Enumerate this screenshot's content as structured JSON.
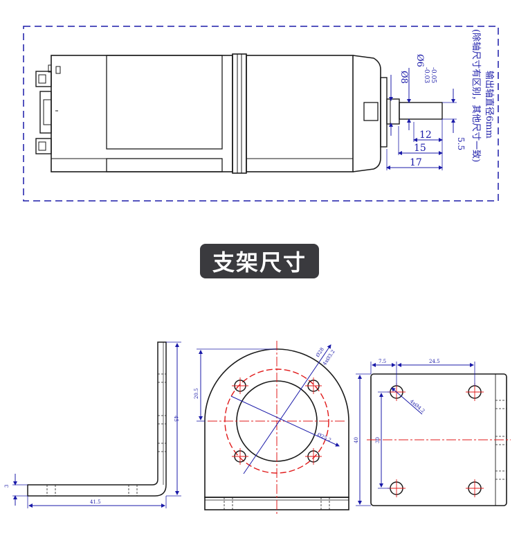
{
  "motor": {
    "note_line1": "输出轴直径6mm",
    "note_line2": "(除轴尺寸有区别，其他尺寸一致)",
    "dim_phi8": "Ø8",
    "dim_phi6": "Ø6",
    "dim_phi6_tol_upper": "-0.03",
    "dim_phi6_tol_lower": "-0.05",
    "dim_12": "12",
    "dim_15": "15",
    "dim_17": "17",
    "dim_5_5": "5.5"
  },
  "section_title": "支架尺寸",
  "bracket_side": {
    "dim_height": "45",
    "dim_length": "41.5",
    "dim_thickness": "3"
  },
  "bracket_front": {
    "dim_20_5": "20.5",
    "dim_phi28": "Ø28",
    "dim_holes": "4xØ3.2",
    "dim_phi25_2": "Ø25.2"
  },
  "bracket_base": {
    "dim_7_5": "7.5",
    "dim_24_5": "24.5",
    "dim_40": "40",
    "dim_30": "30",
    "dim_holes": "4xØ4.2"
  },
  "colors": {
    "line": "#1a1a1a",
    "dimension": "#1a1aa8",
    "center": "#e01818",
    "badge": "#3a3a3e"
  }
}
